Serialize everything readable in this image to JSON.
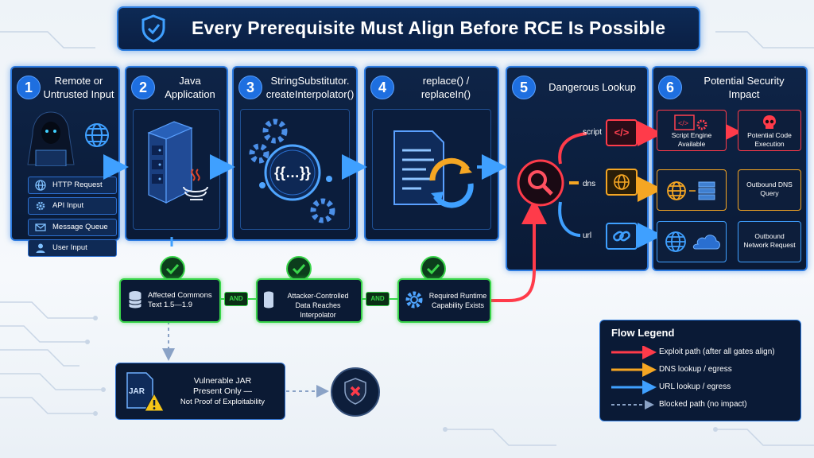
{
  "title": "Every Prerequisite Must Align Before RCE Is Possible",
  "steps": [
    {
      "num": "1",
      "label_line1": "Remote or",
      "label_line2": "Untrusted Input"
    },
    {
      "num": "2",
      "label_line1": "Java",
      "label_line2": "Application"
    },
    {
      "num": "3",
      "label_line1": "StringSubstitutor.",
      "label_line2": "createInterpolator()"
    },
    {
      "num": "4",
      "label_line1": "replace() /",
      "label_line2": "replaceIn()"
    },
    {
      "num": "5",
      "label_line1": "Dangerous Lookup",
      "label_line2": ""
    },
    {
      "num": "6",
      "label_line1": "Potential Security",
      "label_line2": "Impact"
    }
  ],
  "inputs": [
    "HTTP Request",
    "API Input",
    "Message Queue",
    "User Input"
  ],
  "interpolator_glyph": "{{…}}",
  "lookups": [
    {
      "name": "script",
      "color": "#ff3b4a"
    },
    {
      "name": "dns",
      "color": "#f5a623"
    },
    {
      "name": "url",
      "color": "#2f8cff"
    }
  ],
  "impacts": {
    "script_engine": "Script Engine Available",
    "rce": "Potential Code Execution",
    "dns": "Outbound DNS Query",
    "network": "Outbound Network Request"
  },
  "gates": [
    {
      "label_line1": "Affected Commons",
      "label_line2": "Text 1.5—1.9"
    },
    {
      "label_line1": "Attacker-Controlled",
      "label_line2": "Data Reaches Interpolator"
    },
    {
      "label_line1": "Required Runtime",
      "label_line2": "Capability Exists"
    }
  ],
  "and_label": "AND",
  "vulnerable": {
    "line1": "Vulnerable JAR",
    "line2": "Present Only —",
    "line3": "Not Proof of Exploitability",
    "jar": "JAR"
  },
  "legend": {
    "title": "Flow Legend",
    "items": [
      {
        "label": "Exploit path (after all gates align)",
        "color": "#ff3b4a"
      },
      {
        "label": "DNS lookup / egress",
        "color": "#f5a623"
      },
      {
        "label": "URL lookup / egress",
        "color": "#2f8cff"
      },
      {
        "label": "Blocked path (no impact)",
        "color": "#7f9bc4"
      }
    ]
  }
}
